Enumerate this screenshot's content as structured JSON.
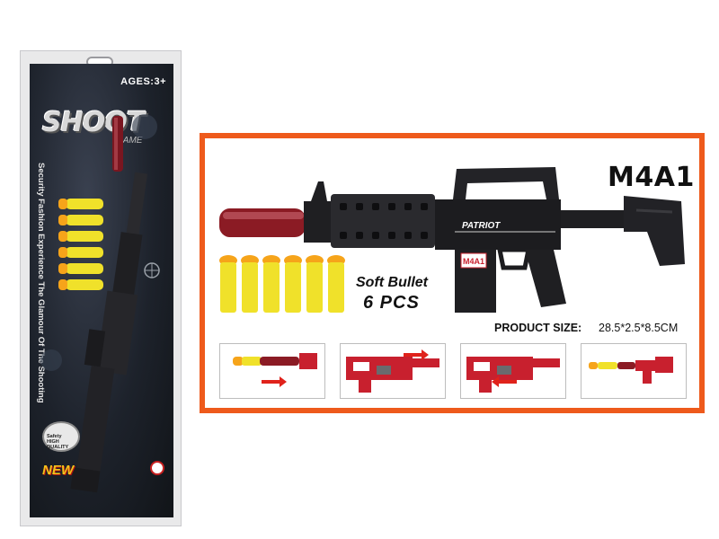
{
  "pack": {
    "ages": "AGES:3+",
    "brand": "SHOOT",
    "brand_sub": "GAME",
    "tagline": "Security Fashion Experience The Glamour Of The Shooting",
    "badge_line1": "Safety",
    "badge_line2": "HIGH QUALITY",
    "new_label": "NEW"
  },
  "product": {
    "model": "M4A1",
    "gun_brand": "PATRIOT",
    "gun_badge": "M4A1",
    "bullet_label": "Soft Bullet",
    "bullet_count": "6 PCS",
    "size_label": "PRODUCT SIZE:",
    "size_value": "28.5*2.5*8.5CM"
  },
  "colors": {
    "frame": "#ee5a1c",
    "dart_foam": "#f0e12a",
    "dart_tip": "#f6a41a",
    "muzzle": "#8b1b24",
    "step_arrow": "#e0221b",
    "camo_red": "#c8202e"
  },
  "instructions": {
    "step_count": 4
  }
}
